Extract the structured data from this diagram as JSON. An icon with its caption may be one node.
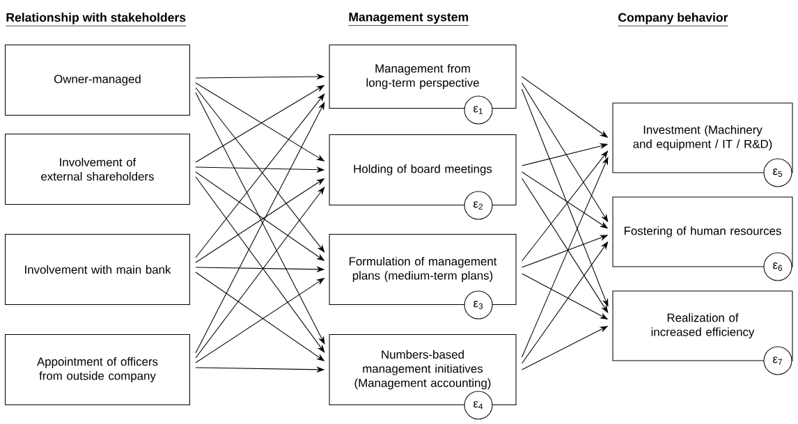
{
  "diagram": {
    "nodes": [
      {
        "text": [
          "Owner-managed"
        ]
      },
      {
        "text": [
          "Involvement of external shareholders"
        ]
      },
      {
        "text": [
          "Involvement with main bank"
        ]
      },
      {
        "text": [
          "Appointment of officers from outside company"
        ]
      },
      {
        "text": [
          "Management from long-term perspective"
        ]
      },
      {
        "text": [
          "Holding of board meetings"
        ]
      },
      {
        "text": [
          "Formulation of management plans (medium-term plans)"
        ]
      },
      {
        "text": [
          "Numbers-based management initiatives (Management accounting)"
        ]
      },
      {
        "text": [
          "Investment (Machinery and equipment / IT / R&D)"
        ]
      },
      {
        "text": [
          "Fostering of human resources"
        ]
      },
      {
        "text": [
          "Realization of increased efficiency"
        ]
      },
      {
        "text": [
          "ε$_{1}$"
        ]
      },
      {
        "text": [
          "ε$_{2}$"
        ]
      },
      {
        "text": [
          "ε$_{3}$"
        ]
      },
      {
        "text": [
          "ε$_{4}$"
        ]
      },
      {
        "text": [
          "ε$_{5}$"
        ]
      },
      {
        "text": [
          "ε$_{6}$"
        ]
      },
      {
        "text": [
          "ε$_{7}$"
        ]
      }
    ],
    "edges": [
      {
        "from": 0,
        "to": 4,
        "arrow": "to"
      },
      {
        "from": 0,
        "to": 5,
        "arrow": "to"
      },
      {
        "from": 0,
        "to": 6,
        "arrow": "to"
      },
      {
        "from": 0,
        "to": 7,
        "arrow": "to"
      },
      {
        "from": 1,
        "to": 4,
        "arrow": "to"
      },
      {
        "from": 1,
        "to": 5,
        "arrow": "to"
      },
      {
        "from": 1,
        "to": 6,
        "arrow": "to"
      },
      {
        "from": 1,
        "to": 7,
        "arrow": "to"
      },
      {
        "from": 2,
        "to": 4,
        "arrow": "to"
      },
      {
        "from": 2,
        "to": 5,
        "arrow": "to"
      },
      {
        "from": 2,
        "to": 6,
        "arrow": "to"
      },
      {
        "from": 2,
        "to": 7,
        "arrow": "to"
      },
      {
        "from": 3,
        "to": 4,
        "arrow": "to"
      },
      {
        "from": 3,
        "to": 5,
        "arrow": "to"
      },
      {
        "from": 3,
        "to": 6,
        "arrow": "to"
      },
      {
        "from": 3,
        "to": 7,
        "arrow": "to"
      },
      {
        "from": 4,
        "to": 8,
        "arrow": "to"
      },
      {
        "from": 4,
        "to": 9,
        "arrow": "to"
      },
      {
        "from": 4,
        "to": 10,
        "arrow": "to"
      },
      {
        "from": 5,
        "to": 8,
        "arrow": "to"
      },
      {
        "from": 5,
        "to": 9,
        "arrow": "to"
      },
      {
        "from": 5,
        "to": 10,
        "arrow": "to"
      },
      {
        "from": 6,
        "to": 8,
        "arrow": "to"
      },
      {
        "from": 6,
        "to": 9,
        "arrow": "to"
      },
      {
        "from": 6,
        "to": 10,
        "arrow": "to"
      },
      {
        "from": 7,
        "to": 8,
        "arrow": "to"
      },
      {
        "from": 7,
        "to": 9,
        "arrow": "to"
      },
      {
        "from": 7,
        "to": 10,
        "arrow": "to"
      }
    ],
    "labels": [
      "Relationship with stakeholders",
      "Management system",
      "Company behavior"
    ]
  }
}
